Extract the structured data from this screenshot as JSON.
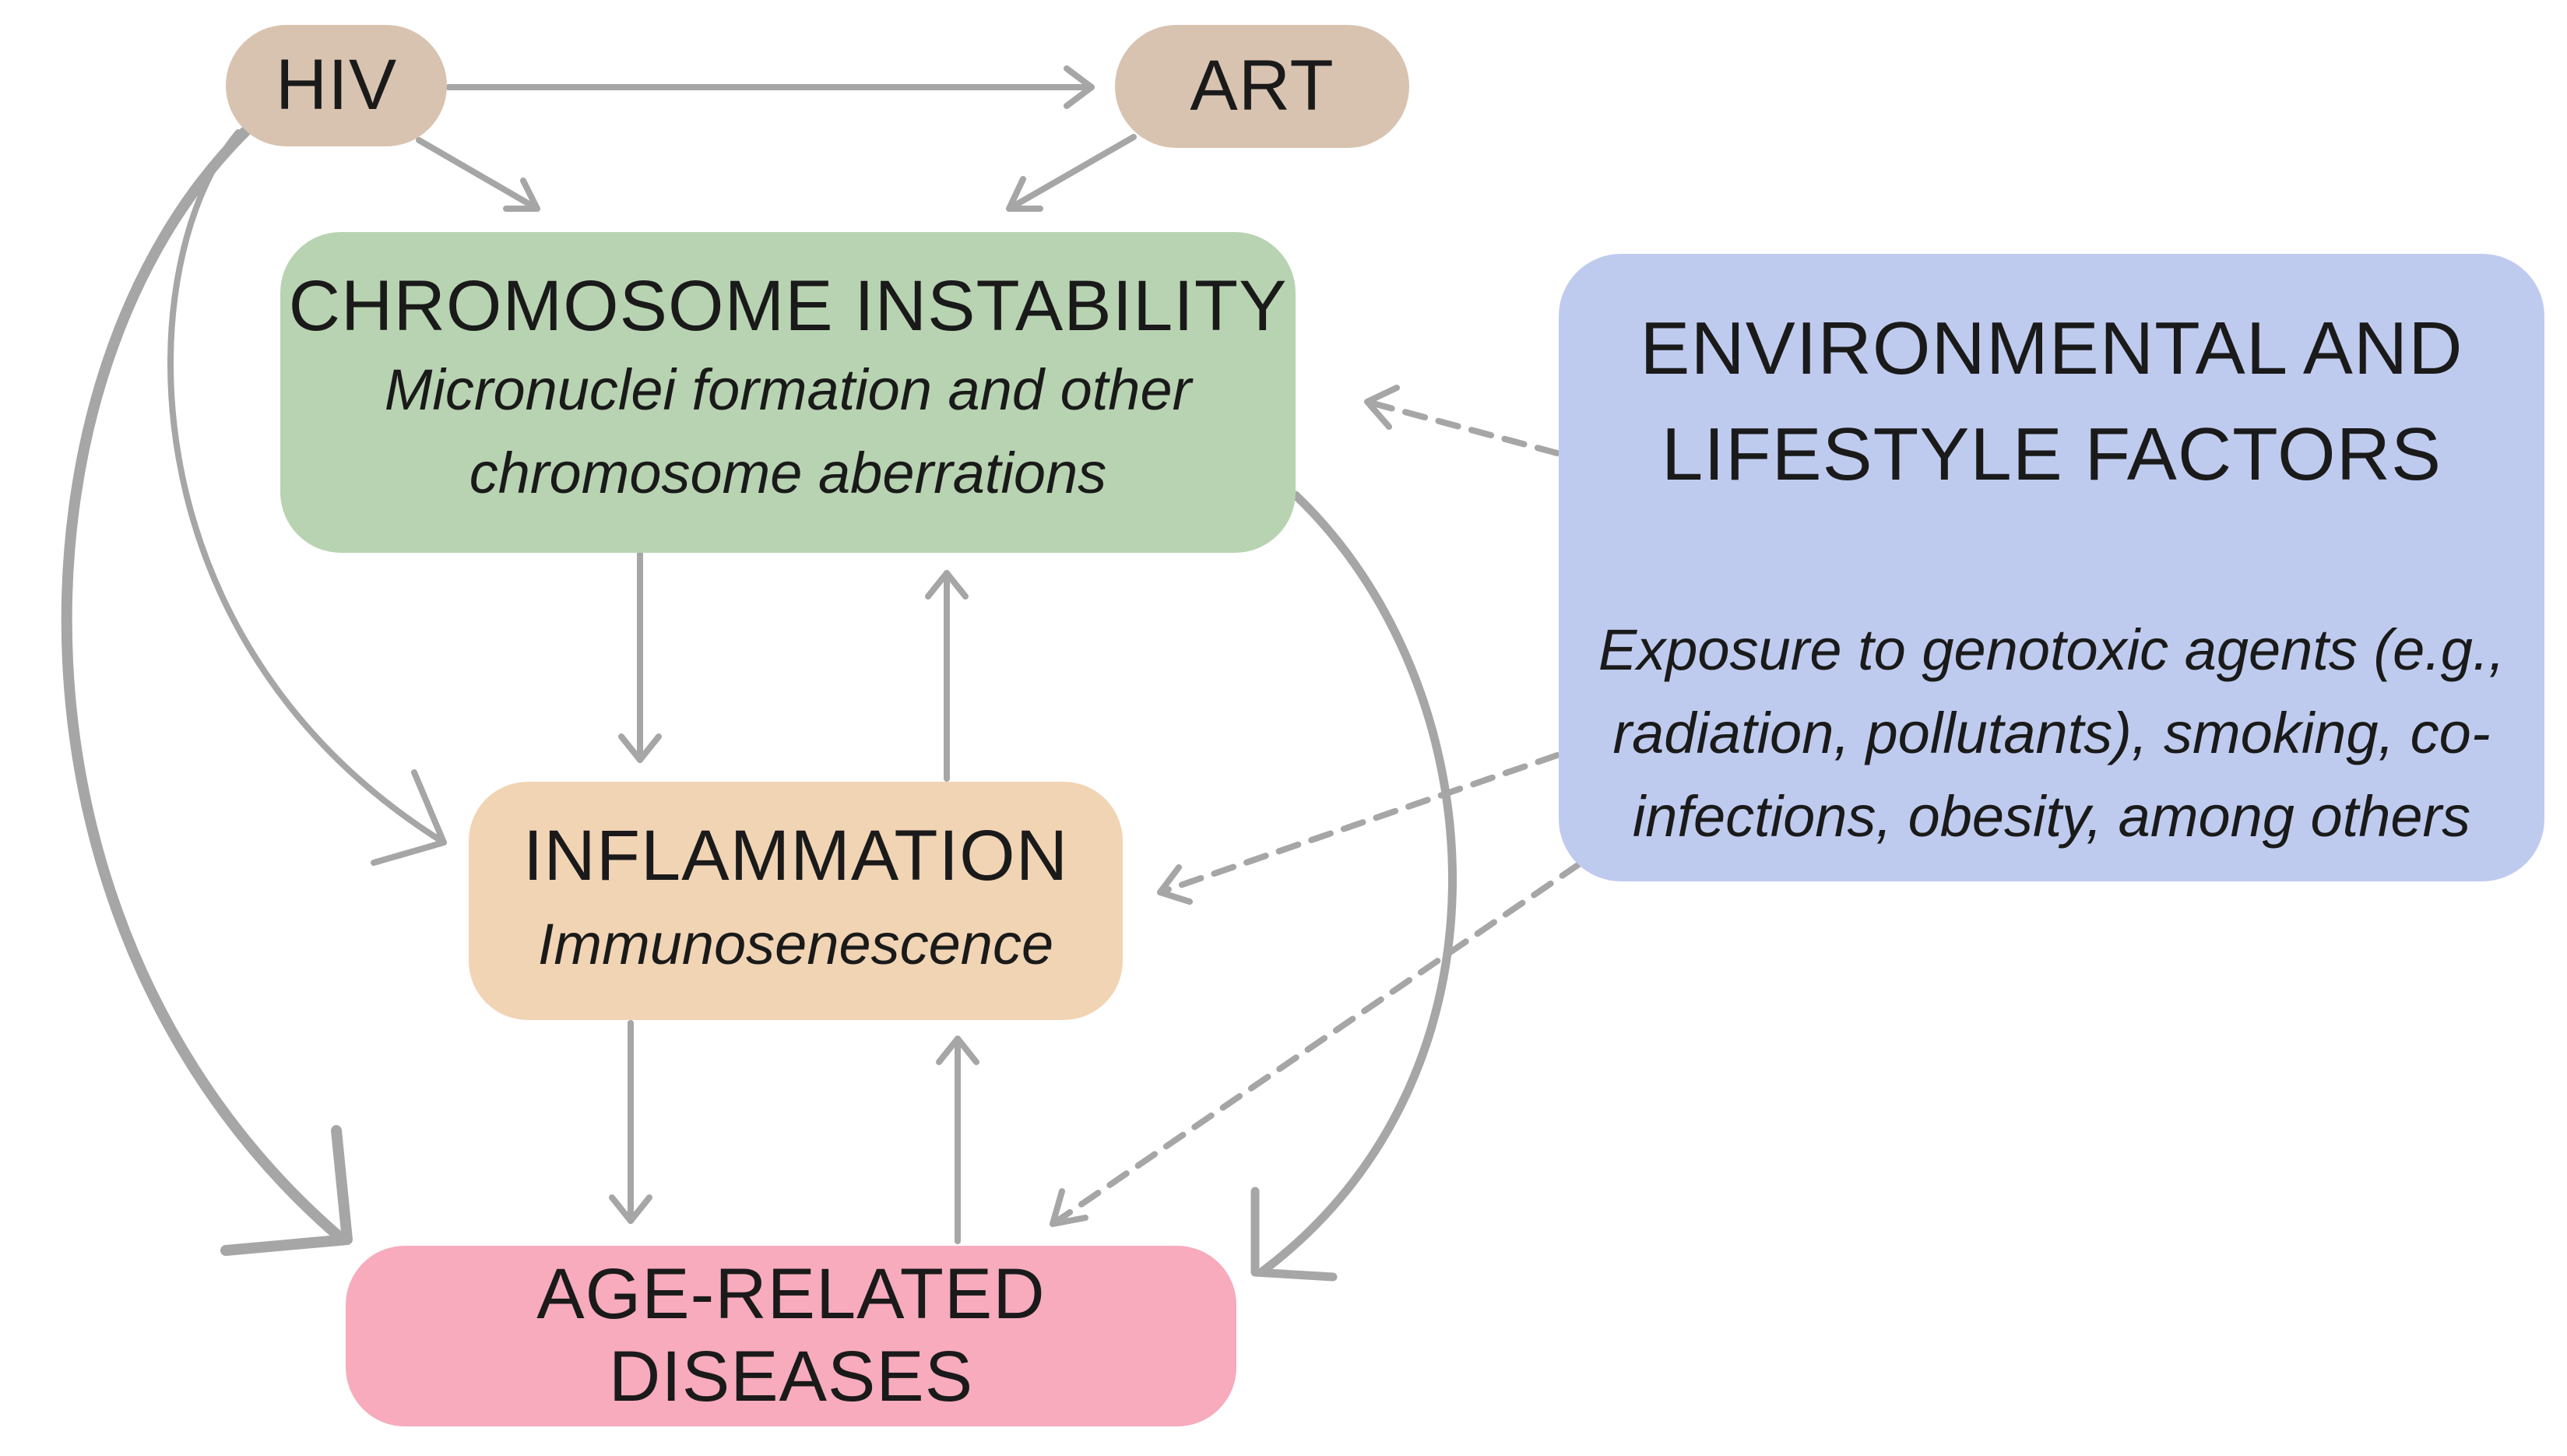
{
  "nodes": {
    "hiv": {
      "title": "HIV"
    },
    "art": {
      "title": "ART"
    },
    "chromosome": {
      "title": "CHROMOSOME INSTABILITY",
      "line1": "Micronuclei formation and other",
      "line2": "chromosome aberrations"
    },
    "inflammation": {
      "title": "INFLAMMATION",
      "subtitle": "Immunosenescence"
    },
    "age": {
      "title": "AGE-RELATED DISEASES"
    },
    "environment": {
      "title_line1": "ENVIRONMENTAL AND",
      "title_line2": "LIFESTYLE FACTORS",
      "line1": "Exposure to genotoxic agents (e.g.,",
      "line2": "radiation, pollutants), smoking, co-",
      "line3": "infections, obesity, among others"
    }
  },
  "colors": {
    "hiv_art": "#d8c3b1",
    "chromosome": "#b8d3b1",
    "inflammation": "#f1d4b4",
    "age": "#f7abbd",
    "environment": "#bfcbee",
    "arrow": "#a6a6a6"
  }
}
